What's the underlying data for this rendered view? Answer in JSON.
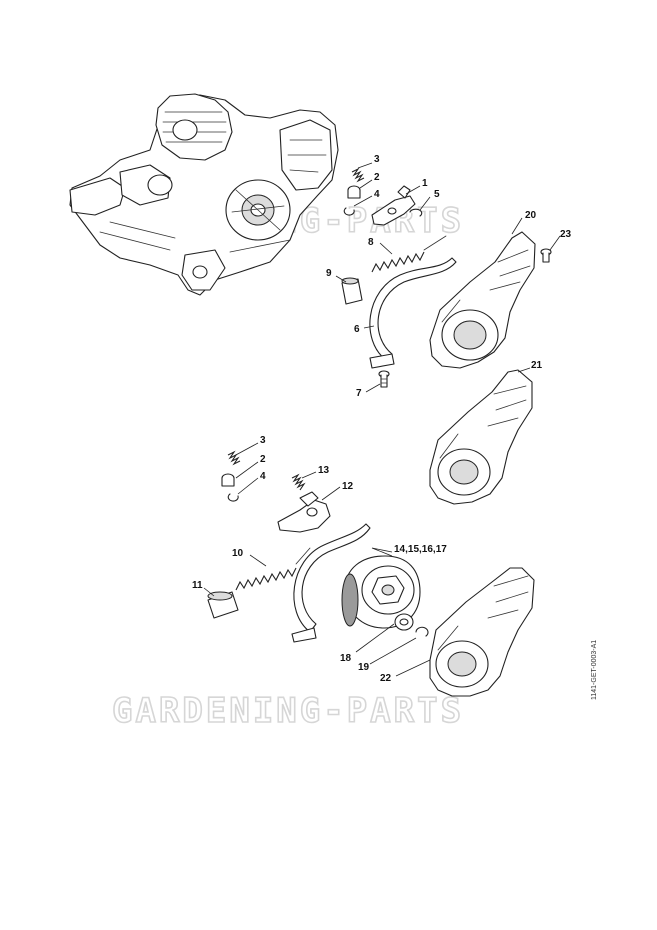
{
  "watermark": {
    "text": "GARDENING-PARTS"
  },
  "figure_code": "1141-GET-0003-A1",
  "callouts": {
    "upper": {
      "c3": "3",
      "c2": "2",
      "c4": "4",
      "c1": "1",
      "c5": "5",
      "c20": "20",
      "c23": "23",
      "c8": "8",
      "c9": "9",
      "c6": "6",
      "c7": "7",
      "c21": "21"
    },
    "lower": {
      "c3": "3",
      "c2": "2",
      "c4": "4",
      "c13": "13",
      "c12": "12",
      "c14": "14,15,16,17",
      "c10": "10",
      "c11": "11",
      "c18": "18",
      "c19": "19",
      "c22": "22"
    }
  },
  "icons": {
    "engine_housing": "chainsaw-engine-housing-drawing",
    "brake_band": "brake-band-drawing",
    "sprocket_drum": "clutch-drum-drawing",
    "chain_cover": "chain-sprocket-cover-drawing"
  }
}
